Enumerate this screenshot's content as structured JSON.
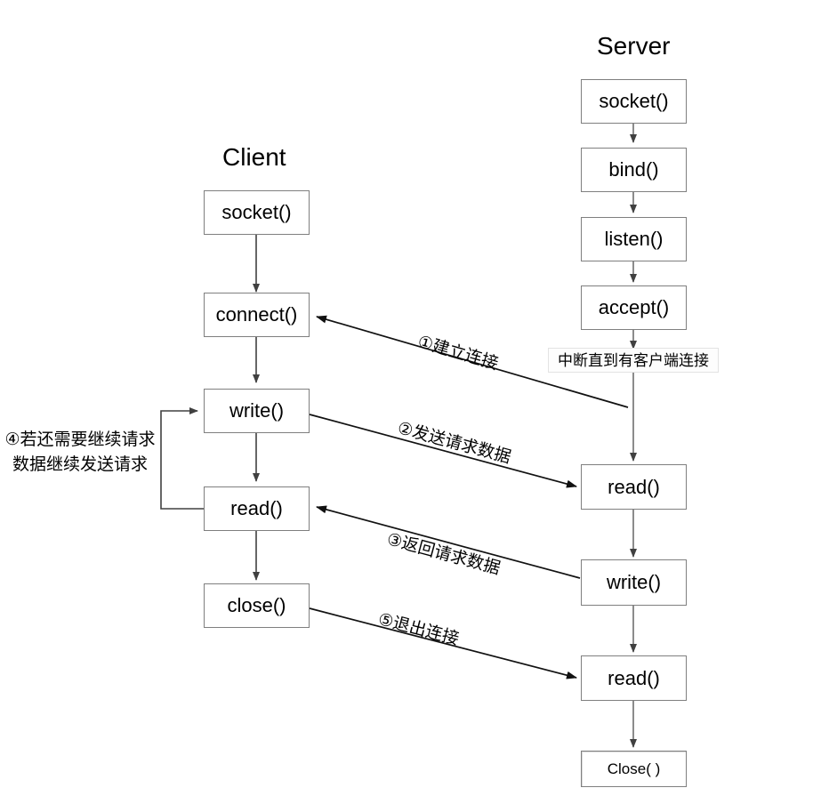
{
  "diagram": {
    "title_client": "Client",
    "title_server": "Server",
    "client_nodes": [
      {
        "id": "client-socket",
        "label": "socket()"
      },
      {
        "id": "client-connect",
        "label": "connect()"
      },
      {
        "id": "client-write",
        "label": "write()"
      },
      {
        "id": "client-read",
        "label": "read()"
      },
      {
        "id": "client-close",
        "label": "close()"
      }
    ],
    "server_nodes": [
      {
        "id": "server-socket",
        "label": "socket()"
      },
      {
        "id": "server-bind",
        "label": "bind()"
      },
      {
        "id": "server-listen",
        "label": "listen()"
      },
      {
        "id": "server-accept",
        "label": "accept()"
      },
      {
        "id": "server-read-1",
        "label": "read()"
      },
      {
        "id": "server-write",
        "label": "write()"
      },
      {
        "id": "server-read-2",
        "label": "read()"
      },
      {
        "id": "server-close",
        "label": "Close( )"
      }
    ],
    "server_note": "中断直到有客户端连接",
    "flow_labels": [
      {
        "id": "flow-1",
        "text": "①建立连接"
      },
      {
        "id": "flow-2",
        "text": "②发送请求数据"
      },
      {
        "id": "flow-3",
        "text": "③返回请求数据"
      },
      {
        "id": "flow-5",
        "text": "⑤退出连接"
      }
    ],
    "loop_note": {
      "line1": "④若还需要继续请求",
      "line2": "数据继续发送请求"
    },
    "colors": {
      "background": "#ffffff",
      "box_border": "#7f7f7f",
      "connector": "#404040",
      "diagonal_connector": "#000000",
      "note_border": "#e3e3e3",
      "text": "#000000"
    }
  }
}
